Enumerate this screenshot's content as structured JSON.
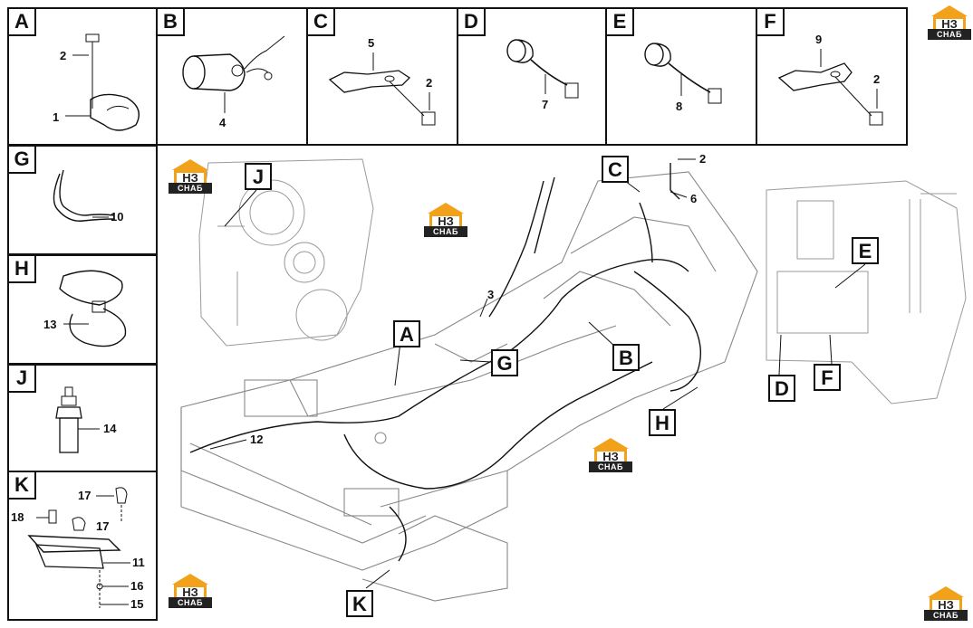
{
  "panels": [
    {
      "letter": "A",
      "numbers": [
        "2",
        "1"
      ]
    },
    {
      "letter": "B",
      "numbers": [
        "4"
      ]
    },
    {
      "letter": "C",
      "numbers": [
        "5",
        "2"
      ]
    },
    {
      "letter": "D",
      "numbers": [
        "7"
      ]
    },
    {
      "letter": "E",
      "numbers": [
        "8"
      ]
    },
    {
      "letter": "F",
      "numbers": [
        "9",
        "2"
      ]
    },
    {
      "letter": "G",
      "numbers": [
        "10"
      ]
    },
    {
      "letter": "H",
      "numbers": [
        "13"
      ]
    },
    {
      "letter": "J",
      "numbers": [
        "14"
      ]
    },
    {
      "letter": "K",
      "numbers": [
        "17",
        "18",
        "17",
        "11",
        "16",
        "15"
      ]
    }
  ],
  "main": {
    "callouts": [
      "J",
      "C",
      "E",
      "A",
      "G",
      "B",
      "D",
      "F",
      "H",
      "K"
    ],
    "numbers": [
      "2",
      "6",
      "3",
      "12"
    ]
  },
  "logo": {
    "top": "НЗ",
    "bottom": "СНАБ",
    "accent": "#f2a11b"
  }
}
